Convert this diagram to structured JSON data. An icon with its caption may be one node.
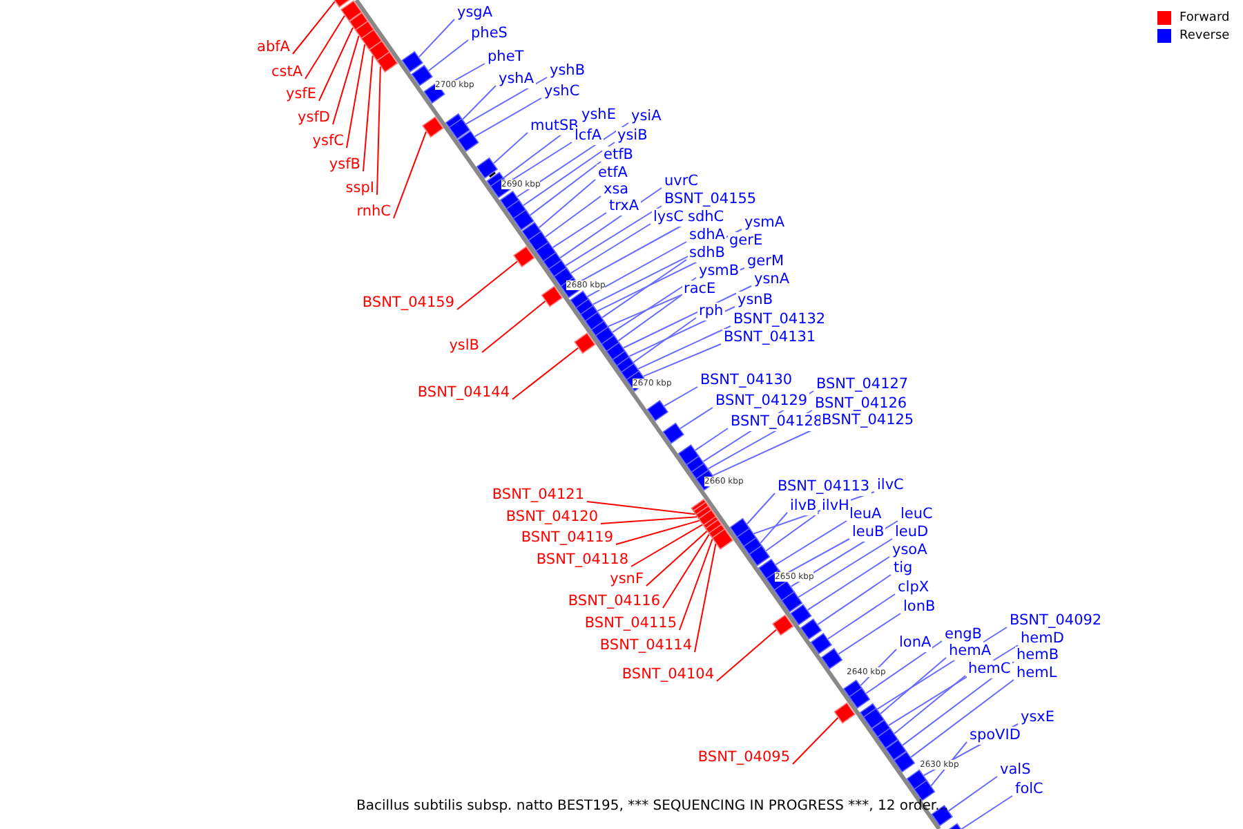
{
  "diagram": {
    "caption": "Bacillus subtilis subsp. natto BEST195, *** SEQUENCING IN PROGRESS ***, 12 order...",
    "nodes": [
      {
        "text": [
          "ysgA"
        ]
      },
      {
        "text": [
          "pheS"
        ]
      },
      {
        "text": [
          "pheT"
        ]
      },
      {
        "text": [
          "yshA"
        ]
      },
      {
        "text": [
          "yshB"
        ]
      },
      {
        "text": [
          "yshC"
        ]
      },
      {
        "text": [
          "mutSB"
        ]
      },
      {
        "text": [
          "yshE"
        ]
      },
      {
        "text": [
          "lcfA"
        ]
      },
      {
        "text": [
          "ysiA"
        ]
      },
      {
        "text": [
          "ysiB"
        ]
      },
      {
        "text": [
          "etfB"
        ]
      },
      {
        "text": [
          "etfA"
        ]
      },
      {
        "text": [
          "xsa"
        ]
      },
      {
        "text": [
          "trxA"
        ]
      },
      {
        "text": [
          "uvrC"
        ]
      },
      {
        "text": [
          "BSNT_04155"
        ]
      },
      {
        "text": [
          "lysC"
        ]
      },
      {
        "text": [
          "sdhC"
        ]
      },
      {
        "text": [
          "sdhA"
        ]
      },
      {
        "text": [
          "ysmA"
        ]
      },
      {
        "text": [
          "gerE"
        ]
      },
      {
        "text": [
          "sdhB"
        ]
      },
      {
        "text": [
          "gerM"
        ]
      },
      {
        "text": [
          "ysmB"
        ]
      },
      {
        "text": [
          "racE"
        ]
      },
      {
        "text": [
          "ysnA"
        ]
      },
      {
        "text": [
          "ysnB"
        ]
      },
      {
        "text": [
          "rph"
        ]
      },
      {
        "text": [
          "BSNT_04132"
        ]
      },
      {
        "text": [
          "BSNT_04131"
        ]
      },
      {
        "text": [
          "BSNT_04130"
        ]
      },
      {
        "text": [
          "BSNT_04129"
        ]
      },
      {
        "text": [
          "BSNT_04128"
        ]
      },
      {
        "text": [
          "BSNT_04127"
        ]
      },
      {
        "text": [
          "BSNT_04126"
        ]
      },
      {
        "text": [
          "BSNT_04125"
        ]
      },
      {
        "text": [
          "BSNT_04113"
        ]
      },
      {
        "text": [
          "ilvC"
        ]
      },
      {
        "text": [
          "ilvB"
        ]
      },
      {
        "text": [
          "ilvH"
        ]
      },
      {
        "text": [
          "leuA"
        ]
      },
      {
        "text": [
          "leuC"
        ]
      },
      {
        "text": [
          "leuB"
        ]
      },
      {
        "text": [
          "leuD"
        ]
      },
      {
        "text": [
          "ysoA"
        ]
      },
      {
        "text": [
          "tig"
        ]
      },
      {
        "text": [
          "clpX"
        ]
      },
      {
        "text": [
          "lonB"
        ]
      },
      {
        "text": [
          "lonA"
        ]
      },
      {
        "text": [
          "engB"
        ]
      },
      {
        "text": [
          "BSNT_04092"
        ]
      },
      {
        "text": [
          "hemA"
        ]
      },
      {
        "text": [
          "hemD"
        ]
      },
      {
        "text": [
          "hemC"
        ]
      },
      {
        "text": [
          "hemB"
        ]
      },
      {
        "text": [
          "hemL"
        ]
      },
      {
        "text": [
          "ysxE"
        ]
      },
      {
        "text": [
          "spoVID"
        ]
      },
      {
        "text": [
          "valS"
        ]
      },
      {
        "text": [
          "folC"
        ]
      },
      {
        "text": [
          "abfA"
        ]
      },
      {
        "text": [
          "cstA"
        ]
      },
      {
        "text": [
          "ysfE"
        ]
      },
      {
        "text": [
          "ysfD"
        ]
      },
      {
        "text": [
          "ysfC"
        ]
      },
      {
        "text": [
          "ysfB"
        ]
      },
      {
        "text": [
          "sspI"
        ]
      },
      {
        "text": [
          "rnhC"
        ]
      },
      {
        "text": [
          "BSNT_04159"
        ]
      },
      {
        "text": [
          "yslB"
        ]
      },
      {
        "text": [
          "BSNT_04144"
        ]
      },
      {
        "text": [
          "BSNT_04121"
        ]
      },
      {
        "text": [
          "BSNT_04120"
        ]
      },
      {
        "text": [
          "BSNT_04119"
        ]
      },
      {
        "text": [
          "BSNT_04118"
        ]
      },
      {
        "text": [
          "ysnF"
        ]
      },
      {
        "text": [
          "BSNT_04116"
        ]
      },
      {
        "text": [
          "BSNT_04115"
        ]
      },
      {
        "text": [
          "BSNT_04114"
        ]
      },
      {
        "text": [
          "BSNT_04104"
        ]
      },
      {
        "text": [
          "BSNT_04095"
        ]
      },
      {
        "text": [],
        "shape": "bar"
      },
      {
        "text": [],
        "shape": "bar"
      },
      {
        "text": [],
        "shape": "bar"
      },
      {
        "text": [],
        "shape": "bar"
      },
      {
        "text": [],
        "shape": "bar"
      },
      {
        "text": [],
        "shape": "bar"
      },
      {
        "text": [],
        "shape": "bar"
      },
      {
        "text": [],
        "shape": "bar"
      },
      {
        "text": [],
        "shape": "bar"
      },
      {
        "text": [],
        "shape": "bar"
      },
      {
        "text": [],
        "shape": "bar"
      },
      {
        "text": [],
        "shape": "bar"
      },
      {
        "text": [],
        "shape": "bar"
      },
      {
        "text": [],
        "shape": "bar"
      },
      {
        "text": [],
        "shape": "bar"
      },
      {
        "text": [],
        "shape": "bar"
      },
      {
        "text": [],
        "shape": "bar"
      },
      {
        "text": [],
        "shape": "bar"
      },
      {
        "text": [],
        "shape": "bar"
      },
      {
        "text": [],
        "shape": "bar"
      },
      {
        "text": [],
        "shape": "bar"
      },
      {
        "text": [],
        "shape": "bar"
      },
      {
        "text": [],
        "shape": "bar"
      },
      {
        "text": [],
        "shape": "bar"
      },
      {
        "text": [],
        "shape": "bar"
      },
      {
        "text": [],
        "shape": "bar"
      },
      {
        "text": [],
        "shape": "bar"
      },
      {
        "text": [],
        "shape": "bar"
      },
      {
        "text": [],
        "shape": "bar"
      },
      {
        "text": [],
        "shape": "bar"
      },
      {
        "text": [],
        "shape": "bar"
      },
      {
        "text": [],
        "shape": "bar"
      },
      {
        "text": [],
        "shape": "bar"
      },
      {
        "text": [],
        "shape": "bar"
      },
      {
        "text": [],
        "shape": "bar"
      },
      {
        "text": [],
        "shape": "bar"
      },
      {
        "text": [],
        "shape": "bar"
      },
      {
        "text": [],
        "shape": "bar"
      },
      {
        "text": [],
        "shape": "bar"
      },
      {
        "text": [],
        "shape": "bar"
      },
      {
        "text": [],
        "shape": "bar"
      },
      {
        "text": [],
        "shape": "bar"
      },
      {
        "text": [],
        "shape": "bar"
      },
      {
        "text": [],
        "shape": "bar"
      },
      {
        "text": [],
        "shape": "bar"
      },
      {
        "text": [],
        "shape": "bar"
      },
      {
        "text": [],
        "shape": "bar"
      },
      {
        "text": [],
        "shape": "bar"
      },
      {
        "text": [],
        "shape": "bar"
      },
      {
        "text": [],
        "shape": "bar"
      },
      {
        "text": [],
        "shape": "bar"
      },
      {
        "text": [],
        "shape": "bar"
      },
      {
        "text": [],
        "shape": "bar"
      },
      {
        "text": [],
        "shape": "bar"
      },
      {
        "text": [],
        "shape": "bar"
      },
      {
        "text": [],
        "shape": "bar"
      },
      {
        "text": [],
        "shape": "bar"
      },
      {
        "text": [],
        "shape": "bar"
      },
      {
        "text": [],
        "shape": "bar"
      },
      {
        "text": [],
        "shape": "bar"
      },
      {
        "text": [],
        "shape": "bar"
      },
      {
        "text": [],
        "shape": "bar"
      },
      {
        "text": [],
        "shape": "bar"
      },
      {
        "text": [],
        "shape": "bar"
      },
      {
        "text": [],
        "shape": "bar"
      },
      {
        "text": [],
        "shape": "bar"
      },
      {
        "text": [],
        "shape": "bar"
      },
      {
        "text": [],
        "shape": "bar"
      },
      {
        "text": [],
        "shape": "bar"
      },
      {
        "text": [],
        "shape": "bar"
      },
      {
        "text": [],
        "shape": "bar"
      },
      {
        "text": [],
        "shape": "bar"
      },
      {
        "text": [],
        "shape": "bar"
      },
      {
        "text": [],
        "shape": "bar"
      },
      {
        "text": [],
        "shape": "bar"
      },
      {
        "text": [],
        "shape": "bar"
      },
      {
        "text": [],
        "shape": "bar"
      },
      {
        "text": [],
        "shape": "bar"
      },
      {
        "text": [],
        "shape": "bar"
      },
      {
        "text": [],
        "shape": "bar"
      },
      {
        "text": [],
        "shape": "bar"
      },
      {
        "text": [],
        "shape": "bar"
      }
    ],
    "edges": [
      {
        "from": 0,
        "to": 82,
        "arrow": "none"
      },
      {
        "from": 1,
        "to": 83,
        "arrow": "none"
      },
      {
        "from": 2,
        "to": 84,
        "arrow": "none"
      },
      {
        "from": 3,
        "to": 85,
        "arrow": "none"
      },
      {
        "from": 4,
        "to": 86,
        "arrow": "none"
      },
      {
        "from": 5,
        "to": 87,
        "arrow": "none"
      },
      {
        "from": 6,
        "to": 88,
        "arrow": "none"
      },
      {
        "from": 7,
        "to": 89,
        "arrow": "none"
      },
      {
        "from": 8,
        "to": 90,
        "arrow": "none"
      },
      {
        "from": 9,
        "to": 91,
        "arrow": "none"
      },
      {
        "from": 10,
        "to": 92,
        "arrow": "none"
      },
      {
        "from": 11,
        "to": 93,
        "arrow": "none"
      },
      {
        "from": 12,
        "to": 94,
        "arrow": "none"
      },
      {
        "from": 13,
        "to": 95,
        "arrow": "none"
      },
      {
        "from": 14,
        "to": 96,
        "arrow": "none"
      },
      {
        "from": 15,
        "to": 97,
        "arrow": "none"
      },
      {
        "from": 16,
        "to": 98,
        "arrow": "none"
      },
      {
        "from": 17,
        "to": 99,
        "arrow": "none"
      },
      {
        "from": 18,
        "to": 100,
        "arrow": "none"
      },
      {
        "from": 19,
        "to": 101,
        "arrow": "none"
      },
      {
        "from": 20,
        "to": 102,
        "arrow": "none"
      },
      {
        "from": 21,
        "to": 103,
        "arrow": "none"
      },
      {
        "from": 22,
        "to": 104,
        "arrow": "none"
      },
      {
        "from": 23,
        "to": 105,
        "arrow": "none"
      },
      {
        "from": 24,
        "to": 106,
        "arrow": "none"
      },
      {
        "from": 25,
        "to": 107,
        "arrow": "none"
      },
      {
        "from": 26,
        "to": 108,
        "arrow": "none"
      },
      {
        "from": 27,
        "to": 109,
        "arrow": "none"
      },
      {
        "from": 28,
        "to": 110,
        "arrow": "none"
      },
      {
        "from": 29,
        "to": 111,
        "arrow": "none"
      },
      {
        "from": 30,
        "to": 112,
        "arrow": "none"
      },
      {
        "from": 31,
        "to": 113,
        "arrow": "none"
      },
      {
        "from": 32,
        "to": 114,
        "arrow": "none"
      },
      {
        "from": 33,
        "to": 115,
        "arrow": "none"
      },
      {
        "from": 34,
        "to": 116,
        "arrow": "none"
      },
      {
        "from": 35,
        "to": 117,
        "arrow": "none"
      },
      {
        "from": 36,
        "to": 118,
        "arrow": "none"
      },
      {
        "from": 37,
        "to": 119,
        "arrow": "none"
      },
      {
        "from": 38,
        "to": 120,
        "arrow": "none"
      },
      {
        "from": 39,
        "to": 121,
        "arrow": "none"
      },
      {
        "from": 40,
        "to": 122,
        "arrow": "none"
      },
      {
        "from": 41,
        "to": 123,
        "arrow": "none"
      },
      {
        "from": 42,
        "to": 124,
        "arrow": "none"
      },
      {
        "from": 43,
        "to": 125,
        "arrow": "none"
      },
      {
        "from": 44,
        "to": 126,
        "arrow": "none"
      },
      {
        "from": 45,
        "to": 127,
        "arrow": "none"
      },
      {
        "from": 46,
        "to": 128,
        "arrow": "none"
      },
      {
        "from": 47,
        "to": 129,
        "arrow": "none"
      },
      {
        "from": 48,
        "to": 130,
        "arrow": "none"
      },
      {
        "from": 49,
        "to": 131,
        "arrow": "none"
      },
      {
        "from": 50,
        "to": 132,
        "arrow": "none"
      },
      {
        "from": 51,
        "to": 133,
        "arrow": "none"
      },
      {
        "from": 52,
        "to": 134,
        "arrow": "none"
      },
      {
        "from": 53,
        "to": 135,
        "arrow": "none"
      },
      {
        "from": 54,
        "to": 136,
        "arrow": "none"
      },
      {
        "from": 55,
        "to": 137,
        "arrow": "none"
      },
      {
        "from": 56,
        "to": 138,
        "arrow": "none"
      },
      {
        "from": 57,
        "to": 139,
        "arrow": "none"
      },
      {
        "from": 58,
        "to": 140,
        "arrow": "none"
      },
      {
        "from": 59,
        "to": 141,
        "arrow": "none"
      },
      {
        "from": 60,
        "to": 142,
        "arrow": "none"
      },
      {
        "from": 61,
        "to": 143,
        "arrow": "none",
        "color": "#ff0000"
      },
      {
        "from": 62,
        "to": 144,
        "arrow": "none",
        "color": "#ff0000"
      },
      {
        "from": 63,
        "to": 145,
        "arrow": "none",
        "color": "#ff0000"
      },
      {
        "from": 64,
        "to": 146,
        "arrow": "none",
        "color": "#ff0000"
      },
      {
        "from": 65,
        "to": 147,
        "arrow": "none",
        "color": "#ff0000"
      },
      {
        "from": 66,
        "to": 148,
        "arrow": "none",
        "color": "#ff0000"
      },
      {
        "from": 67,
        "to": 149,
        "arrow": "none",
        "color": "#ff0000"
      },
      {
        "from": 68,
        "to": 150,
        "arrow": "none",
        "color": "#ff0000"
      },
      {
        "from": 69,
        "to": 151,
        "arrow": "none",
        "color": "#ff0000"
      },
      {
        "from": 70,
        "to": 152,
        "arrow": "none",
        "color": "#ff0000"
      },
      {
        "from": 71,
        "to": 153,
        "arrow": "none",
        "color": "#ff0000"
      },
      {
        "from": 72,
        "to": 154,
        "arrow": "none",
        "color": "#ff0000"
      },
      {
        "from": 73,
        "to": 155,
        "arrow": "none",
        "color": "#ff0000"
      },
      {
        "from": 74,
        "to": 156,
        "arrow": "none",
        "color": "#ff0000"
      },
      {
        "from": 75,
        "to": 157,
        "arrow": "none",
        "color": "#ff0000"
      },
      {
        "from": 76,
        "to": 158,
        "arrow": "none",
        "color": "#ff0000"
      },
      {
        "from": 77,
        "to": 159,
        "arrow": "none",
        "color": "#ff0000"
      },
      {
        "from": 78,
        "to": 160,
        "arrow": "none",
        "color": "#ff0000"
      },
      {
        "from": 79,
        "to": 161,
        "arrow": "none",
        "color": "#ff0000"
      },
      {
        "from": 80,
        "to": 162,
        "arrow": "none",
        "color": "#ff0000"
      },
      {
        "from": 81,
        "to": 163,
        "arrow": "none",
        "color": "#ff0000"
      }
    ],
    "labels": [
      "2700 kbp",
      "2690 kbp",
      "2680 kbp",
      "2670 kbp",
      "2660 kbp",
      "2650 kbp",
      "2640 kbp",
      "2630 kbp"
    ],
    "legend": [
      {
        "text": "Forward",
        "color": "#ff0000"
      },
      {
        "text": "Reverse",
        "color": "#0000ff"
      }
    ]
  }
}
